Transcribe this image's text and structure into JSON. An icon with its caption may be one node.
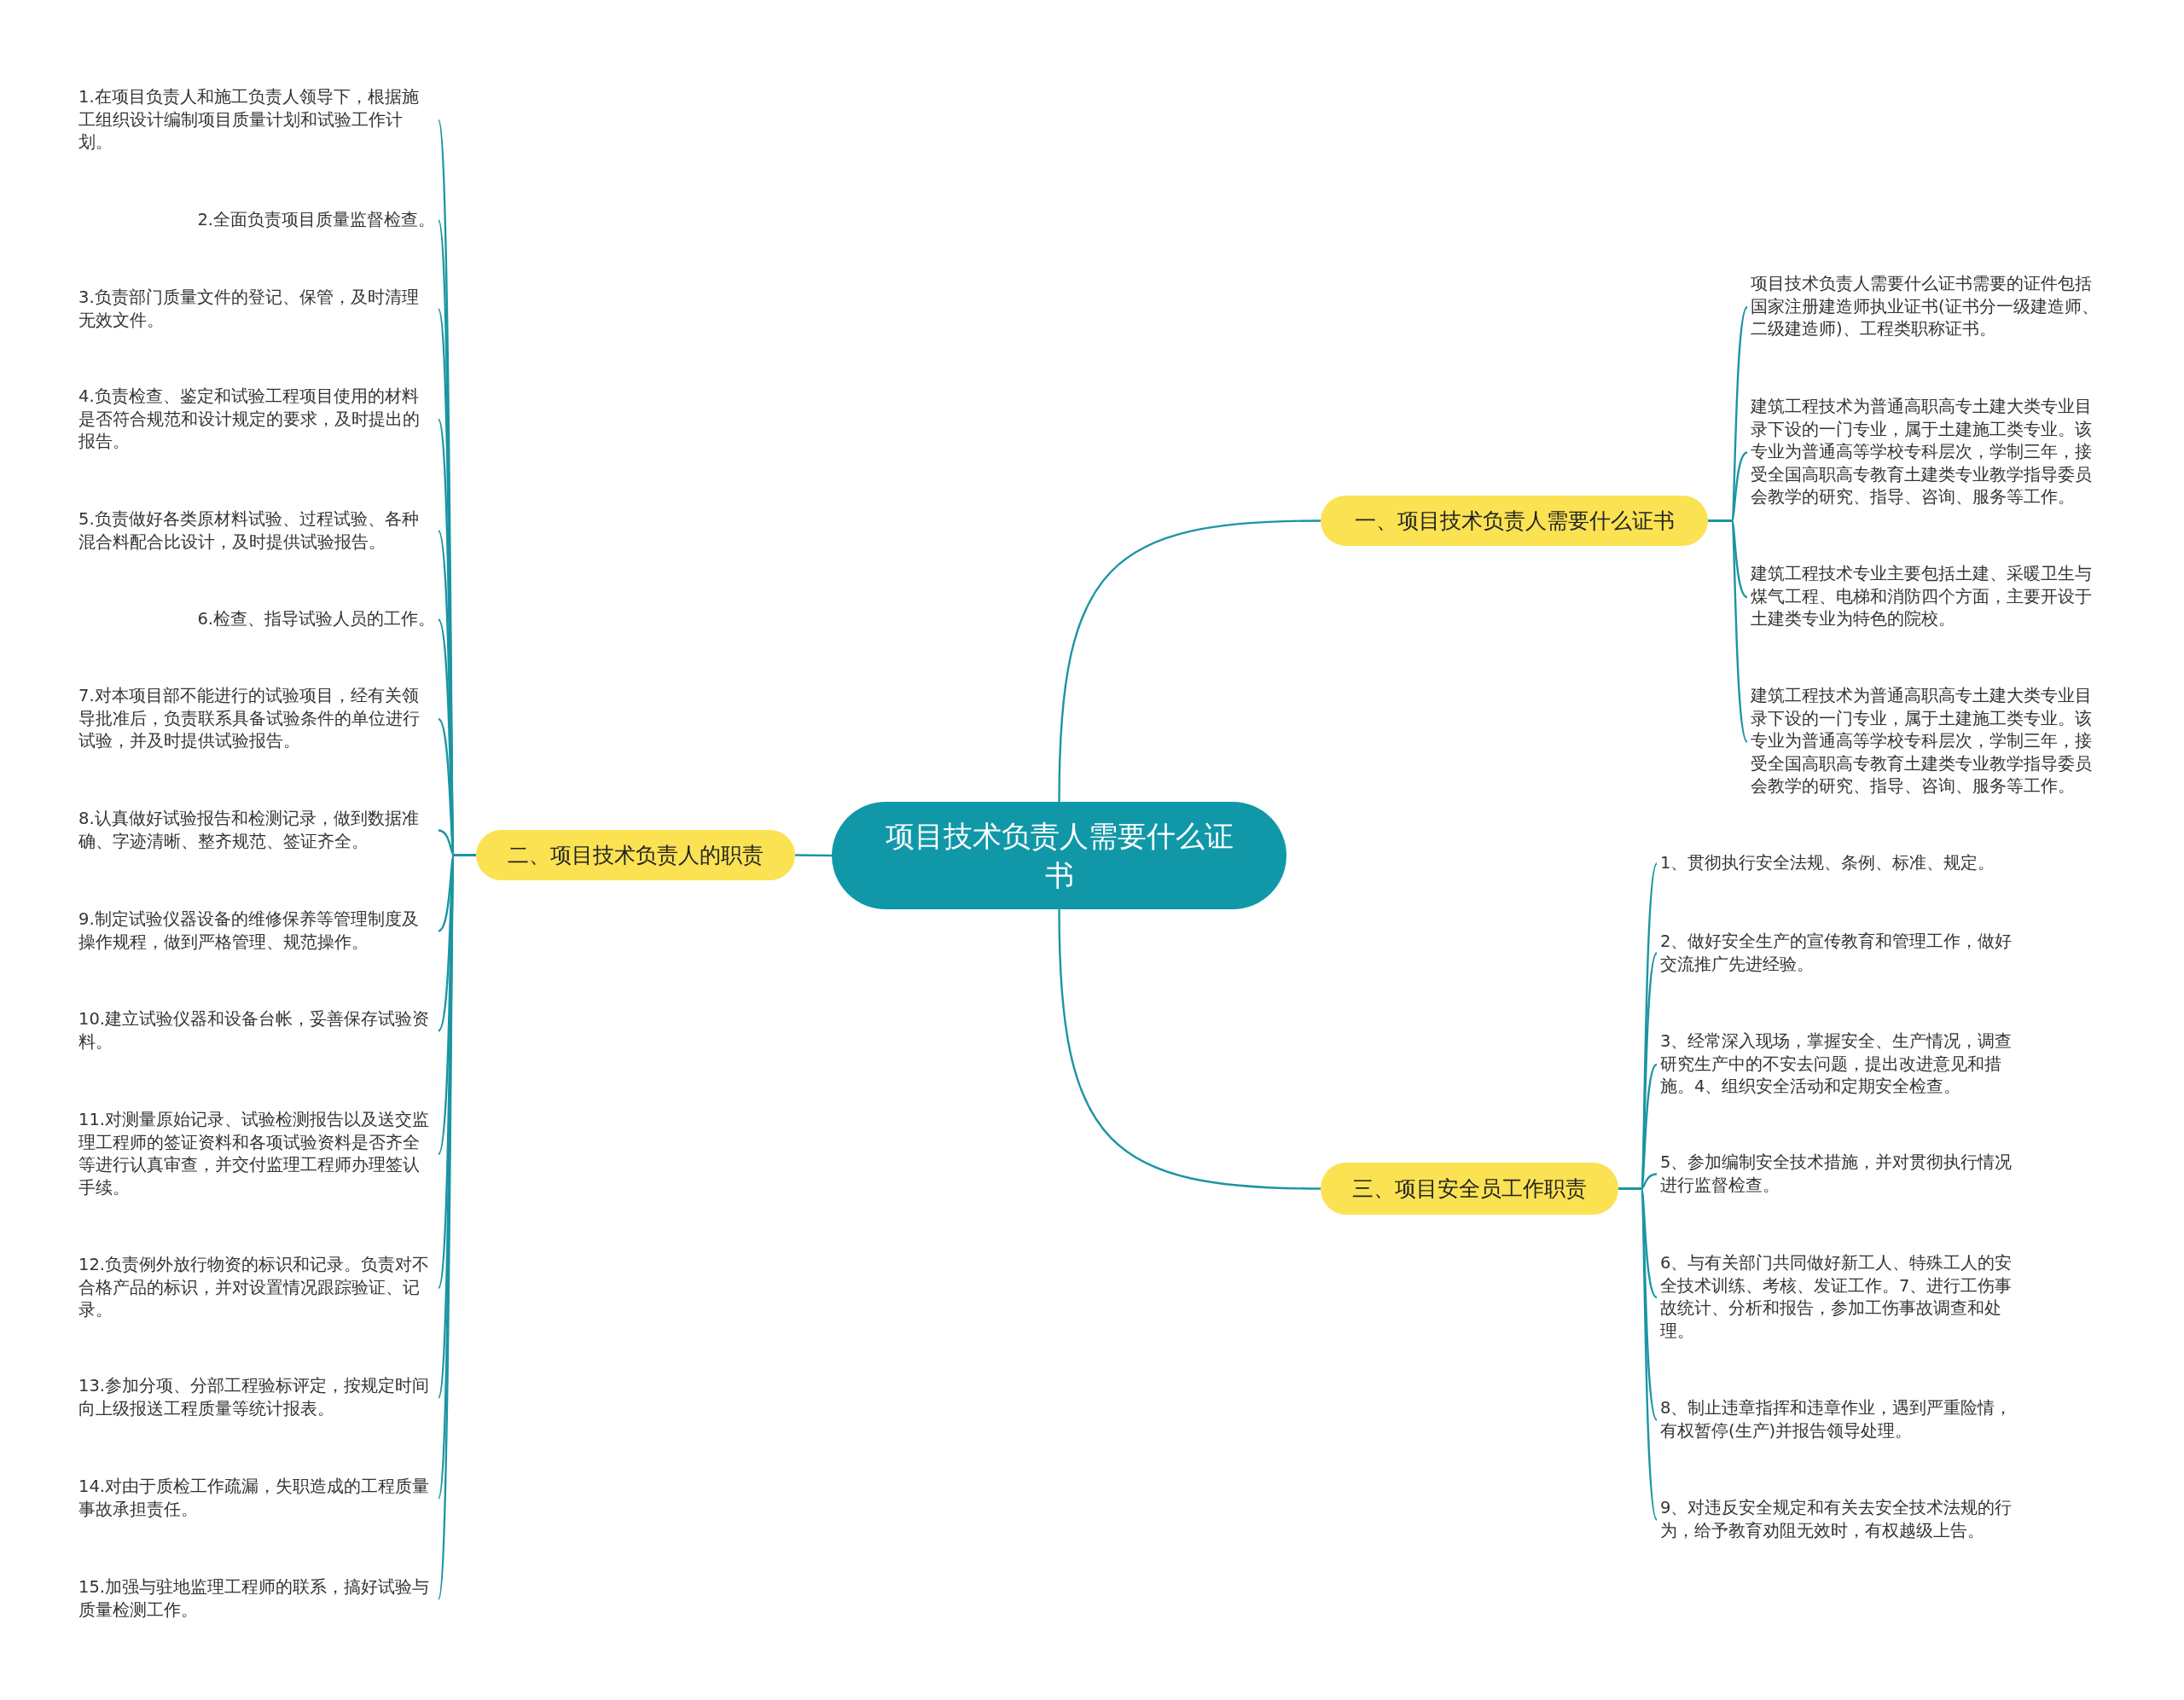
{
  "diagram": {
    "nodes": [
      {
        "text": [
          "项目技术负责人需要什么证书"
        ]
      },
      {
        "text": [
          "一、项目技术负责人需要什么证书"
        ]
      },
      {
        "text": [
          "项目技术负责人需要什么证书需要的证件包括国家注册建造师执业证书(证书分一级建造师、二级建造师)、工程类职称证书。"
        ]
      },
      {
        "text": [
          "建筑工程技术为普通高职高专土建大类专业目录下设的一门专业，属于土建施工类专业。该专业为普通高等学校专科层次，学制三年，接受全国高职高专教育土建类专业教学指导委员会教学的研究、指导、咨询、服务等工作。"
        ]
      },
      {
        "text": [
          "建筑工程技术专业主要包括土建、采暖卫生与煤气工程、电梯和消防四个方面，主要开设于土建类专业为特色的院校。"
        ]
      },
      {
        "text": [
          "建筑工程技术为普通高职高专土建大类专业目录下设的一门专业，属于土建施工类专业。该专业为普通高等学校专科层次，学制三年，接受全国高职高专教育土建类专业教学指导委员会教学的研究、指导、咨询、服务等工作。"
        ]
      },
      {
        "text": [
          "二、项目技术负责人的职责"
        ]
      },
      {
        "text": [
          "1.在项目负责人和施工负责人领导下，根据施工组织设计编制项目质量计划和试验工作计划。"
        ]
      },
      {
        "text": [
          "2.全面负责项目质量监督检查。"
        ]
      },
      {
        "text": [
          "3.负责部门质量文件的登记、保管，及时清理无效文件。"
        ]
      },
      {
        "text": [
          "4.负责检查、鉴定和试验工程项目使用的材料是否符合规范和设计规定的要求，及时提出的报告。"
        ]
      },
      {
        "text": [
          "5.负责做好各类原材料试验、过程试验、各种混合料配合比设计，及时提供试验报告。"
        ]
      },
      {
        "text": [
          "6.检查、指导试验人员的工作。"
        ]
      },
      {
        "text": [
          "7.对本项目部不能进行的试验项目，经有关领导批准后，负责联系具备试验条件的单位进行试验，并及时提供试验报告。"
        ]
      },
      {
        "text": [
          "8.认真做好试验报告和检测记录，做到数据准确、字迹清晰、整齐规范、签证齐全。"
        ]
      },
      {
        "text": [
          "9.制定试验仪器设备的维修保养等管理制度及操作规程，做到严格管理、规范操作。"
        ]
      },
      {
        "text": [
          "10.建立试验仪器和设备台帐，妥善保存试验资料。"
        ]
      },
      {
        "text": [
          "11.对测量原始记录、试验检测报告以及送交监理工程师的签证资料和各项试验资料是否齐全等进行认真审查，并交付监理工程师办理签认手续。"
        ]
      },
      {
        "text": [
          "12.负责例外放行物资的标识和记录。负责对不合格产品的标识，并对设置情况跟踪验证、记录。"
        ]
      },
      {
        "text": [
          "13.参加分项、分部工程验标评定，按规定时间向上级报送工程质量等统计报表。"
        ]
      },
      {
        "text": [
          "14.对由于质检工作疏漏，失职造成的工程质量事故承担责任。"
        ]
      },
      {
        "text": [
          "15.加强与驻地监理工程师的联系，搞好试验与质量检测工作。"
        ]
      },
      {
        "text": [
          "三、项目安全员工作职责"
        ]
      },
      {
        "text": [
          "1、贯彻执行安全法规、条例、标准、规定。"
        ]
      },
      {
        "text": [
          "2、做好安全生产的宣传教育和管理工作，做好交流推广先进经验。"
        ]
      },
      {
        "text": [
          "3、经常深入现场，掌握安全、生产情况，调查研究生产中的不安去问题，提出改进意见和措施。4、组织安全活动和定期安全检查。"
        ]
      },
      {
        "text": [
          "5、参加编制安全技术措施，并对贯彻执行情况进行监督检查。"
        ]
      },
      {
        "text": [
          "6、与有关部门共同做好新工人、特殊工人的安全技术训练、考核、发证工作。7、进行工伤事故统计、分析和报告，参加工伤事故调查和处理。"
        ]
      },
      {
        "text": [
          "8、制止违章指挥和违章作业，遇到严重险情，有权暂停(生产)并报告领导处理。"
        ]
      },
      {
        "text": [
          "9、对违反安全规定和有关去安全技术法规的行为，给予教育劝阻无效时，有权越级上告。"
        ]
      }
    ],
    "edges": [
      {
        "from": 0,
        "to": 1,
        "arrow": "none"
      },
      {
        "from": 0,
        "to": 6,
        "arrow": "none"
      },
      {
        "from": 0,
        "to": 22,
        "arrow": "none"
      },
      {
        "from": 1,
        "to": 2,
        "arrow": "none"
      },
      {
        "from": 1,
        "to": 3,
        "arrow": "none"
      },
      {
        "from": 1,
        "to": 4,
        "arrow": "none"
      },
      {
        "from": 1,
        "to": 5,
        "arrow": "none"
      },
      {
        "from": 6,
        "to": 7,
        "arrow": "none"
      },
      {
        "from": 6,
        "to": 8,
        "arrow": "none"
      },
      {
        "from": 6,
        "to": 9,
        "arrow": "none"
      },
      {
        "from": 6,
        "to": 10,
        "arrow": "none"
      },
      {
        "from": 6,
        "to": 11,
        "arrow": "none"
      },
      {
        "from": 6,
        "to": 12,
        "arrow": "none"
      },
      {
        "from": 6,
        "to": 13,
        "arrow": "none"
      },
      {
        "from": 6,
        "to": 14,
        "arrow": "none"
      },
      {
        "from": 6,
        "to": 15,
        "arrow": "none"
      },
      {
        "from": 6,
        "to": 16,
        "arrow": "none"
      },
      {
        "from": 6,
        "to": 17,
        "arrow": "none"
      },
      {
        "from": 6,
        "to": 18,
        "arrow": "none"
      },
      {
        "from": 6,
        "to": 19,
        "arrow": "none"
      },
      {
        "from": 6,
        "to": 20,
        "arrow": "none"
      },
      {
        "from": 6,
        "to": 21,
        "arrow": "none"
      },
      {
        "from": 22,
        "to": 23,
        "arrow": "none"
      },
      {
        "from": 22,
        "to": 24,
        "arrow": "none"
      },
      {
        "from": 22,
        "to": 25,
        "arrow": "none"
      },
      {
        "from": 22,
        "to": 26,
        "arrow": "none"
      },
      {
        "from": 22,
        "to": 27,
        "arrow": "none"
      },
      {
        "from": 22,
        "to": 28,
        "arrow": "none"
      },
      {
        "from": 22,
        "to": 29,
        "arrow": "none"
      }
    ]
  }
}
